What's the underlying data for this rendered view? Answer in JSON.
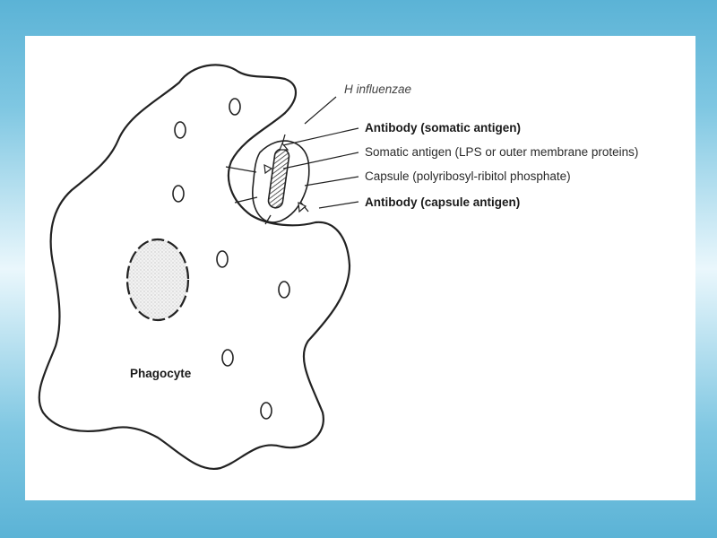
{
  "background": {
    "outer_color": "#6bbcdc",
    "panel_color": "#ffffff"
  },
  "diagram": {
    "cell_label": "Phagocyte",
    "bacterium_label": "H influenzae",
    "annotations": {
      "antibody_somatic": "Antibody (somatic antigen)",
      "somatic_antigen": "Somatic antigen (LPS or outer membrane proteins)",
      "capsule": "Capsule (polyribosyl-ribitol phosphate)",
      "antibody_capsule": "Antibody (capsule antigen)"
    }
  }
}
